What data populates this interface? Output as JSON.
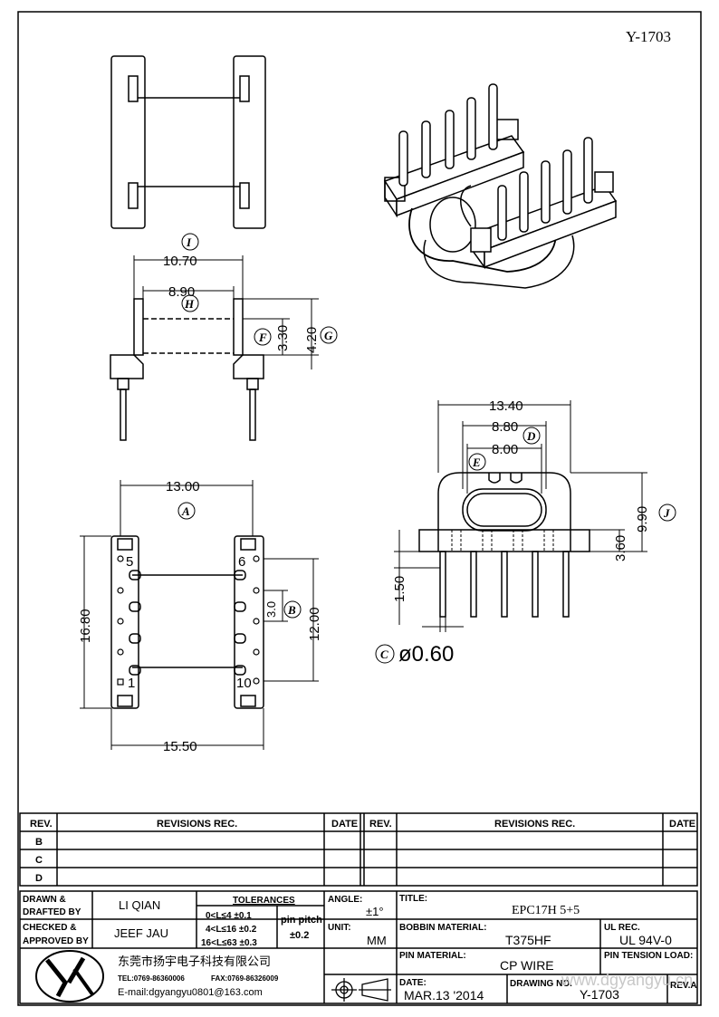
{
  "drawing_id": "Y-1703",
  "top_view": {
    "dims": {
      "outer_width": "10.70",
      "inner_width": "8.90",
      "height_f": "3.30",
      "height_g": "4.20"
    },
    "markers": {
      "i": "I",
      "h": "H",
      "f": "F",
      "g": "G"
    }
  },
  "bottom_view": {
    "dims": {
      "width_a": "13.00",
      "length": "16.80",
      "pitch_b": "3.0",
      "span": "12.00",
      "overall_width": "15.50"
    },
    "markers": {
      "a": "A",
      "b": "B"
    },
    "pin_numbers": {
      "p5": "5",
      "p6": "6",
      "p1": "1",
      "p10": "10"
    }
  },
  "front_view": {
    "dims": {
      "width_outer": "13.40",
      "width_d": "8.80",
      "width_e": "8.00",
      "height_j": "9.90",
      "height_base": "3.60",
      "pin_len": "1.50",
      "pin_dia": "ø0.60"
    },
    "markers": {
      "c": "C",
      "d": "D",
      "e": "E",
      "j": "J"
    }
  },
  "title_block": {
    "rev_header": "REV.",
    "revisions_header": "REVISIONS  REC.",
    "date_header": "DATE",
    "rev_rows": [
      "B",
      "C",
      "D"
    ],
    "drawn_label": "DRAWN &",
    "drafted_label": "DRAFTED BY",
    "drawn_by": "LI QIAN",
    "checked_label": "CHECKED &",
    "approved_label": "APPROVED BY",
    "checked_by": "JEEF JAU",
    "tolerances_header": "TOLERANCES",
    "tol1": "0<L≤4   ±0.1",
    "tol2": "4<L≤16  ±0.2",
    "tol3": "16<L≤63  ±0.3",
    "pin_pitch_label": "pin pitch",
    "pin_pitch_value": "±0.2",
    "angle_label": "ANGLE:",
    "angle_value": "±1°",
    "unit_label": "UNIT:",
    "unit_value": "MM",
    "title_label": "TITLE:",
    "title_value": "EPC17H 5+5",
    "bobbin_material_label": "BOBBIN MATERIAL:",
    "bobbin_material_value": "T375HF",
    "ul_rec_label": "UL REC.",
    "ul_rec_value": "UL 94V-0",
    "pin_material_label": "PIN MATERIAL:",
    "pin_material_value": "CP WIRE",
    "pin_tension_label": "PIN TENSION LOAD:",
    "date_label": "DATE:",
    "date_value": "MAR.13 '2014",
    "drawing_no_label": "DRAWING NO.",
    "drawing_no_value": "Y-1703",
    "rev_a_label": "REV.A",
    "company_name": "东莞市扬宇电子科技有限公司",
    "tel": "TEL:0769-86360006",
    "fax": "FAX:0769-86326009",
    "email": "E-mail:dgyangyu0801@163.com",
    "watermark": "www.dgyangyu.cn"
  }
}
